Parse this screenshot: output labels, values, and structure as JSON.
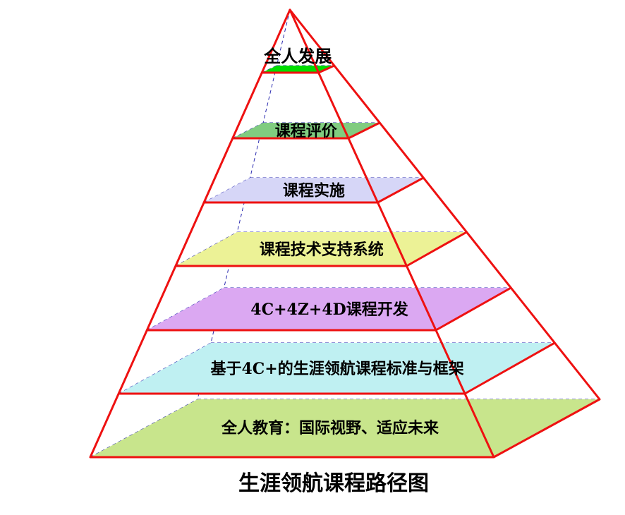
{
  "levels": [
    {
      "label": "全人发展",
      "fill": "#00dd00"
    },
    {
      "label": "课程评价",
      "fill": "#80cc80"
    },
    {
      "label": "课程实施",
      "fill": "#d6d6f7"
    },
    {
      "label": "课程技术支持系统",
      "fill": "#ecf296"
    },
    {
      "label": "4C+4Z+4D课程开发",
      "fill": "#dba8f2"
    },
    {
      "label": "基于4C+的生涯领航课程标准与框架",
      "fill": "#bff0f2"
    },
    {
      "label": "全人教育：国际视野、适应未来",
      "fill": "#c8e58c"
    }
  ],
  "caption": "生涯领航课程路径图",
  "colors": {
    "outline": "#ee1111",
    "hidden_edge": "#2b2bb0"
  }
}
